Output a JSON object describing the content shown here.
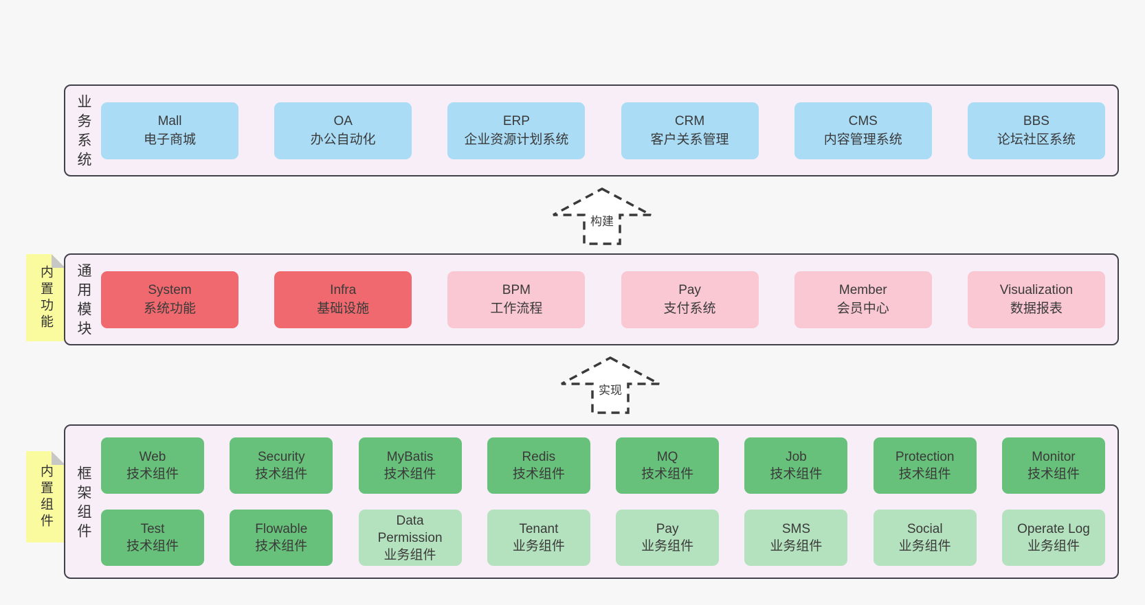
{
  "colors": {
    "page_bg": "#f7f7f7",
    "container_bg": "#f8eef7",
    "container_border": "#41414b",
    "business_box": "#aadcf6",
    "core_module_box": "#f0696e",
    "optional_module_box": "#f9c8d3",
    "tech_component_box": "#67c17a",
    "biz_component_box": "#b5e2be",
    "sticky_note": "#fafa9e",
    "text": "#3a3a3a"
  },
  "arrows": [
    {
      "label": "构建"
    },
    {
      "label": "实现"
    }
  ],
  "layers": [
    {
      "label": "业务系统",
      "boxes": [
        {
          "en": "Mall",
          "zh": "电子商城"
        },
        {
          "en": "OA",
          "zh": "办公自动化"
        },
        {
          "en": "ERP",
          "zh": "企业资源计划系统"
        },
        {
          "en": "CRM",
          "zh": "客户关系管理"
        },
        {
          "en": "CMS",
          "zh": "内容管理系统"
        },
        {
          "en": "BBS",
          "zh": "论坛社区系统"
        }
      ]
    },
    {
      "label": "通用模块",
      "sticky": "内置功能",
      "boxes": [
        {
          "en": "System",
          "zh": "系统功能"
        },
        {
          "en": "Infra",
          "zh": "基础设施"
        },
        {
          "en": "BPM",
          "zh": "工作流程"
        },
        {
          "en": "Pay",
          "zh": "支付系统"
        },
        {
          "en": "Member",
          "zh": "会员中心"
        },
        {
          "en": "Visualization",
          "zh": "数据报表"
        }
      ]
    },
    {
      "label": "框架组件",
      "sticky": "内置组件",
      "rows": [
        [
          {
            "en": "Web",
            "zh": "技术组件"
          },
          {
            "en": "Security",
            "zh": "技术组件"
          },
          {
            "en": "MyBatis",
            "zh": "技术组件"
          },
          {
            "en": "Redis",
            "zh": "技术组件"
          },
          {
            "en": "MQ",
            "zh": "技术组件"
          },
          {
            "en": "Job",
            "zh": "技术组件"
          },
          {
            "en": "Protection",
            "zh": "技术组件"
          },
          {
            "en": "Monitor",
            "zh": "技术组件"
          }
        ],
        [
          {
            "en": "Test",
            "zh": "技术组件"
          },
          {
            "en": "Flowable",
            "zh": "技术组件"
          },
          {
            "en": "Data Permission",
            "zh": "业务组件"
          },
          {
            "en": "Tenant",
            "zh": "业务组件"
          },
          {
            "en": "Pay",
            "zh": "业务组件"
          },
          {
            "en": "SMS",
            "zh": "业务组件"
          },
          {
            "en": "Social",
            "zh": "业务组件"
          },
          {
            "en": "Operate Log",
            "zh": "业务组件"
          }
        ]
      ]
    }
  ]
}
